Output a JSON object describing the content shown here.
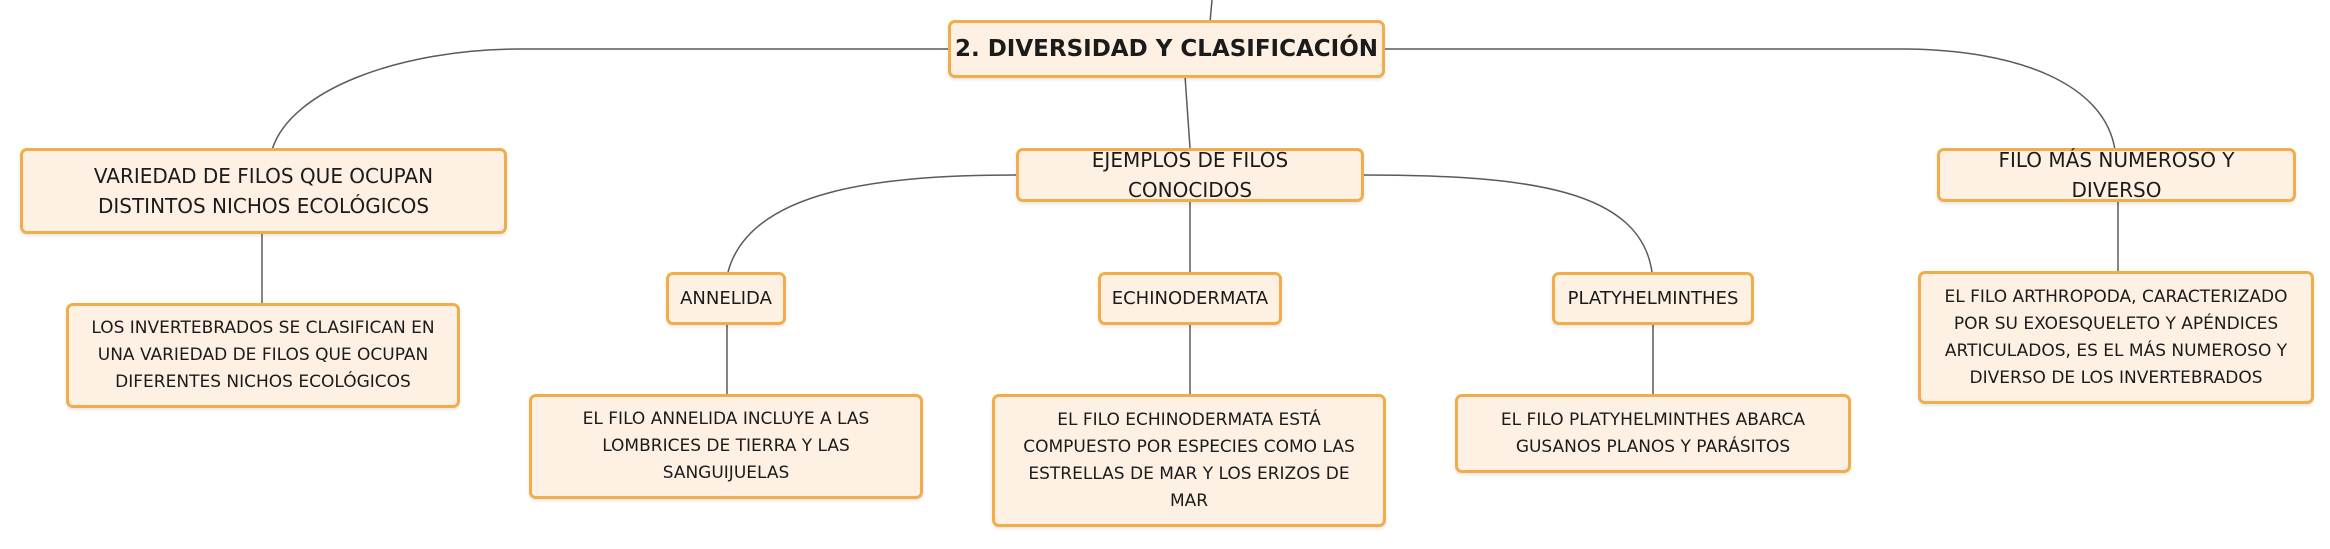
{
  "diagram": {
    "root": {
      "label": "2. DIVERSIDAD Y CLASIFICACIÓN"
    },
    "branches": [
      {
        "label": "VARIEDAD DE FILOS QUE OCUPAN DISTINTOS NICHOS ECOLÓGICOS",
        "detail": "LOS INVERTEBRADOS SE CLASIFICAN EN UNA VARIEDAD DE FILOS QUE OCUPAN DIFERENTES NICHOS ECOLÓGICOS"
      },
      {
        "label": "EJEMPLOS DE FILOS CONOCIDOS",
        "children": [
          {
            "label": "ANNELIDA",
            "detail": "EL FILO ANNELIDA INCLUYE A LAS LOMBRICES DE TIERRA Y LAS SANGUIJUELAS"
          },
          {
            "label": "ECHINODERMATA",
            "detail": "EL FILO ECHINODERMATA ESTÁ COMPUESTO POR ESPECIES COMO LAS ESTRELLAS DE MAR Y LOS ERIZOS DE MAR"
          },
          {
            "label": "PLATYHELMINTHES",
            "detail": "EL FILO PLATYHELMINTHES ABARCA GUSANOS PLANOS Y PARÁSITOS"
          }
        ]
      },
      {
        "label": "FILO MÁS NUMEROSO Y DIVERSO",
        "detail": "EL FILO ARTHROPODA, CARACTERIZADO POR SU EXOESQUELETO Y APÉNDICES ARTICULADOS, ES EL MÁS NUMEROSO Y DIVERSO DE LOS INVERTEBRADOS"
      }
    ]
  },
  "colors": {
    "node_fill": "#fef1e4",
    "node_border": "#f2ad4b",
    "connector": "#5a5a5a",
    "text": "#1b1b1b"
  }
}
